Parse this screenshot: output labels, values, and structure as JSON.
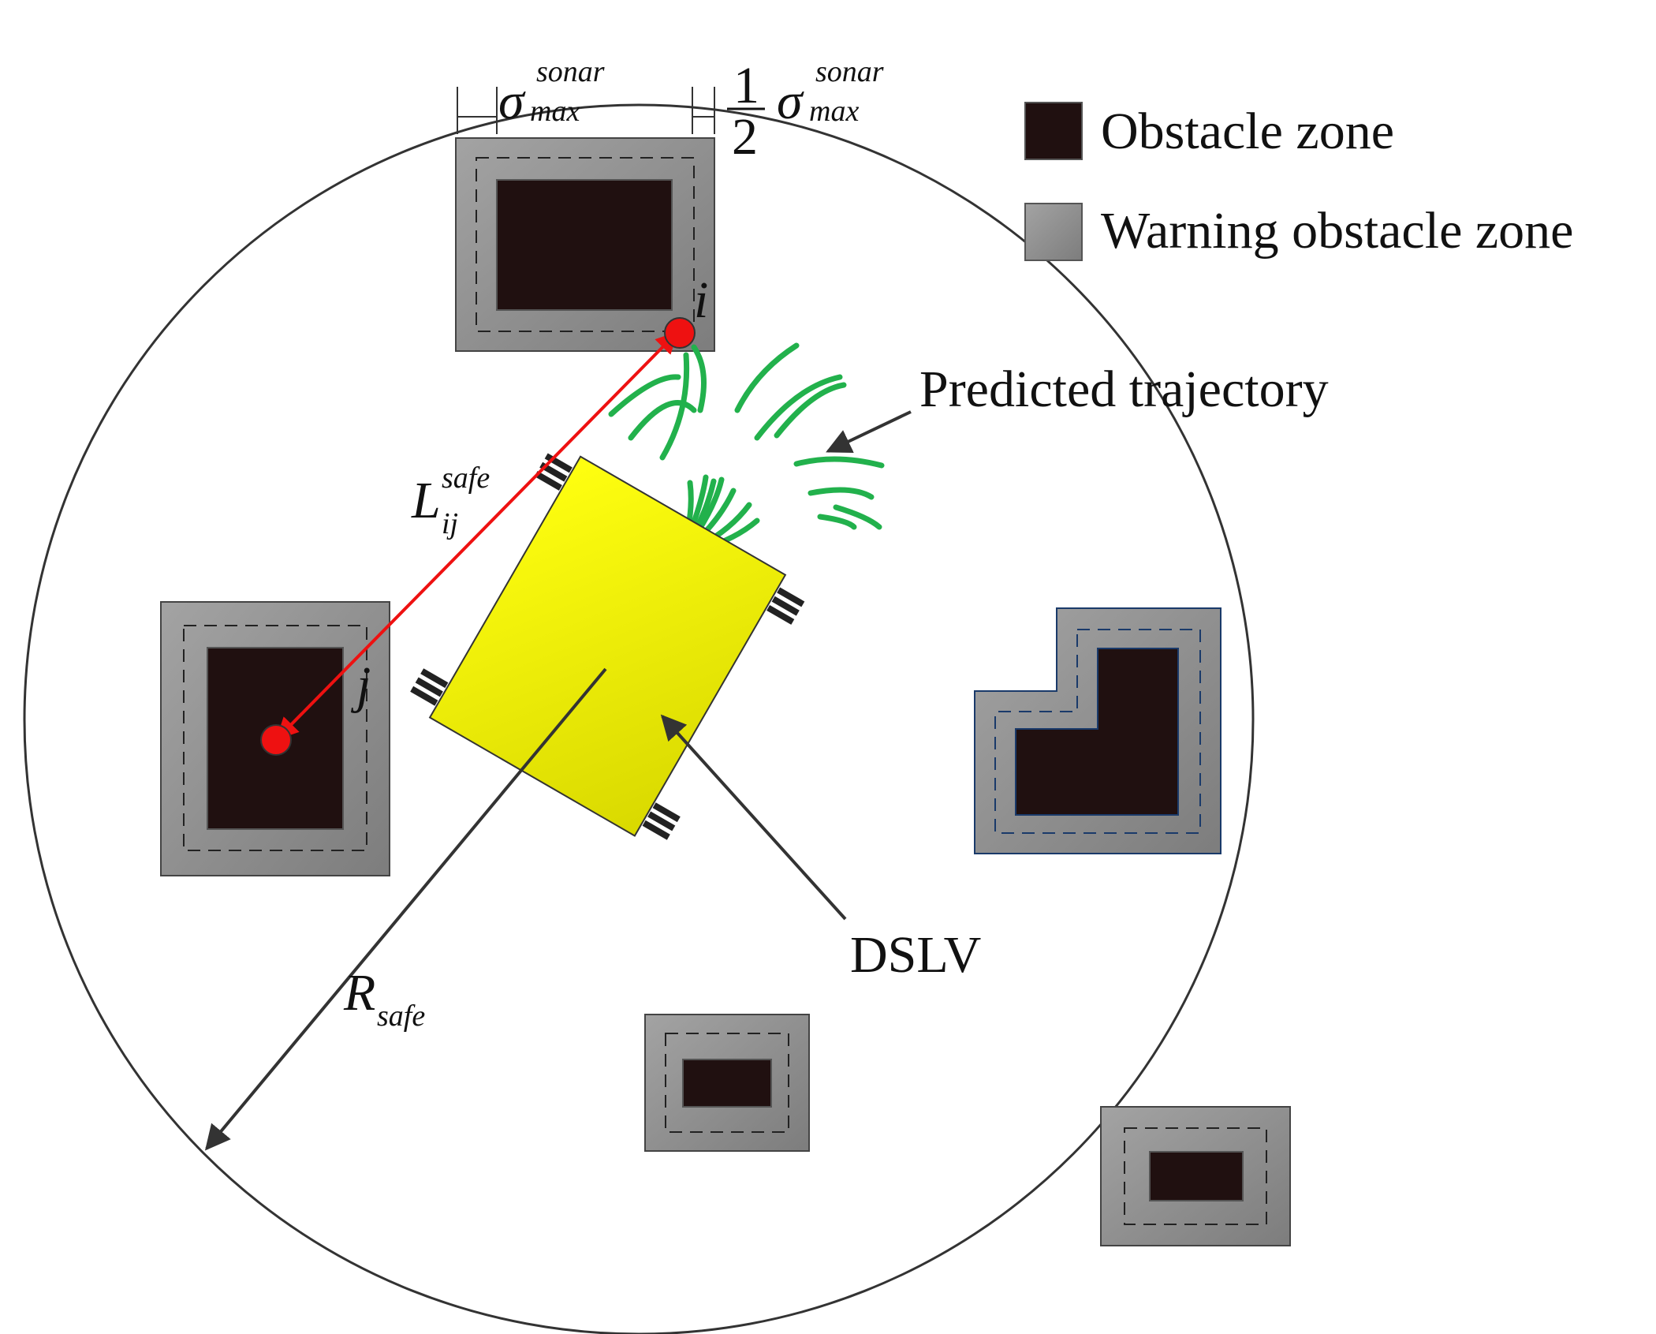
{
  "legend": {
    "obstacle_zone": "Obstacle zone",
    "warning_zone": "Warning obstacle zone"
  },
  "labels": {
    "predicted_trajectory": "Predicted trajectory",
    "vehicle": "DSLV",
    "point_i": "i",
    "point_j": "j",
    "sigma_symbol": "σ",
    "sigma_sup": "sonar",
    "sigma_sub": "max",
    "half_num": "1",
    "half_den": "2",
    "l_main": "L",
    "l_sup": "safe",
    "l_sub": "ij",
    "r_main": "R",
    "r_sub": "safe"
  },
  "colors": {
    "obstacle": "#201010",
    "warning": "#8c8c8c",
    "vehicle": "#f2f200",
    "trajectory": "#22b14c",
    "distance": "#ee1111",
    "outline": "#333333"
  }
}
